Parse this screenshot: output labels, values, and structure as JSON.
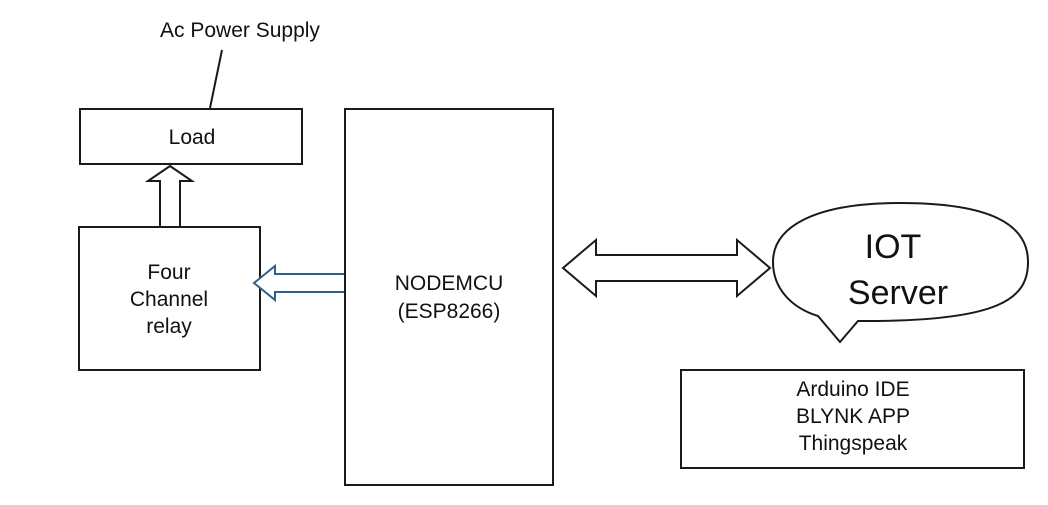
{
  "power_supply": {
    "label": "Ac Power Supply"
  },
  "load": {
    "label": "Load"
  },
  "relay": {
    "lines": [
      "Four",
      "Channel",
      "relay"
    ]
  },
  "nodemcu": {
    "lines": [
      "NODEMCU",
      "(ESP8266)"
    ]
  },
  "iot_server": {
    "lines": [
      "IOT",
      "Server"
    ]
  },
  "software": {
    "lines": [
      "Arduino IDE",
      "BLYNK APP",
      "Thingspeak"
    ]
  },
  "colors": {
    "stroke": "#1a1a1a",
    "relay_arrow": "#2f5f8a",
    "background": "#ffffff"
  }
}
